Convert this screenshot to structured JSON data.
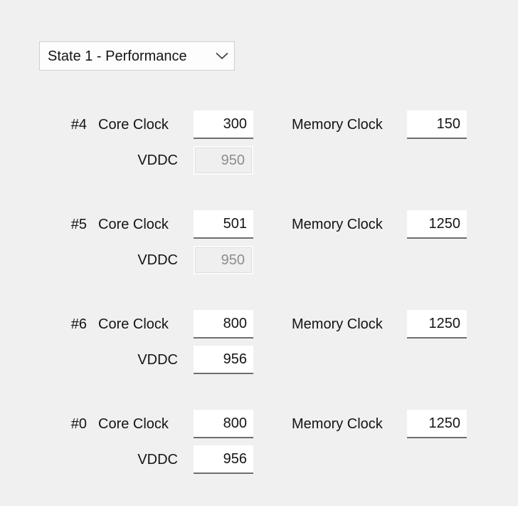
{
  "state_selector": {
    "selected": "State 1 - Performance",
    "icon": "chevron-down-icon"
  },
  "labels": {
    "core_clock": "Core Clock",
    "vddc": "VDDC",
    "memory_clock": "Memory Clock"
  },
  "rows": [
    {
      "index": "#4",
      "core_clock": "300",
      "vddc": "950",
      "vddc_enabled": false,
      "memory_clock": "150"
    },
    {
      "index": "#5",
      "core_clock": "501",
      "vddc": "950",
      "vddc_enabled": false,
      "memory_clock": "1250"
    },
    {
      "index": "#6",
      "core_clock": "800",
      "vddc": "956",
      "vddc_enabled": true,
      "memory_clock": "1250"
    },
    {
      "index": "#0",
      "core_clock": "800",
      "vddc": "956",
      "vddc_enabled": true,
      "memory_clock": "1250"
    }
  ],
  "colors": {
    "background": "#f0f0f0",
    "field_background": "#ffffff",
    "field_underline": "#6e6e6e",
    "text": "#141414",
    "disabled_text": "#8d8d8d",
    "disabled_background": "#efefef"
  }
}
